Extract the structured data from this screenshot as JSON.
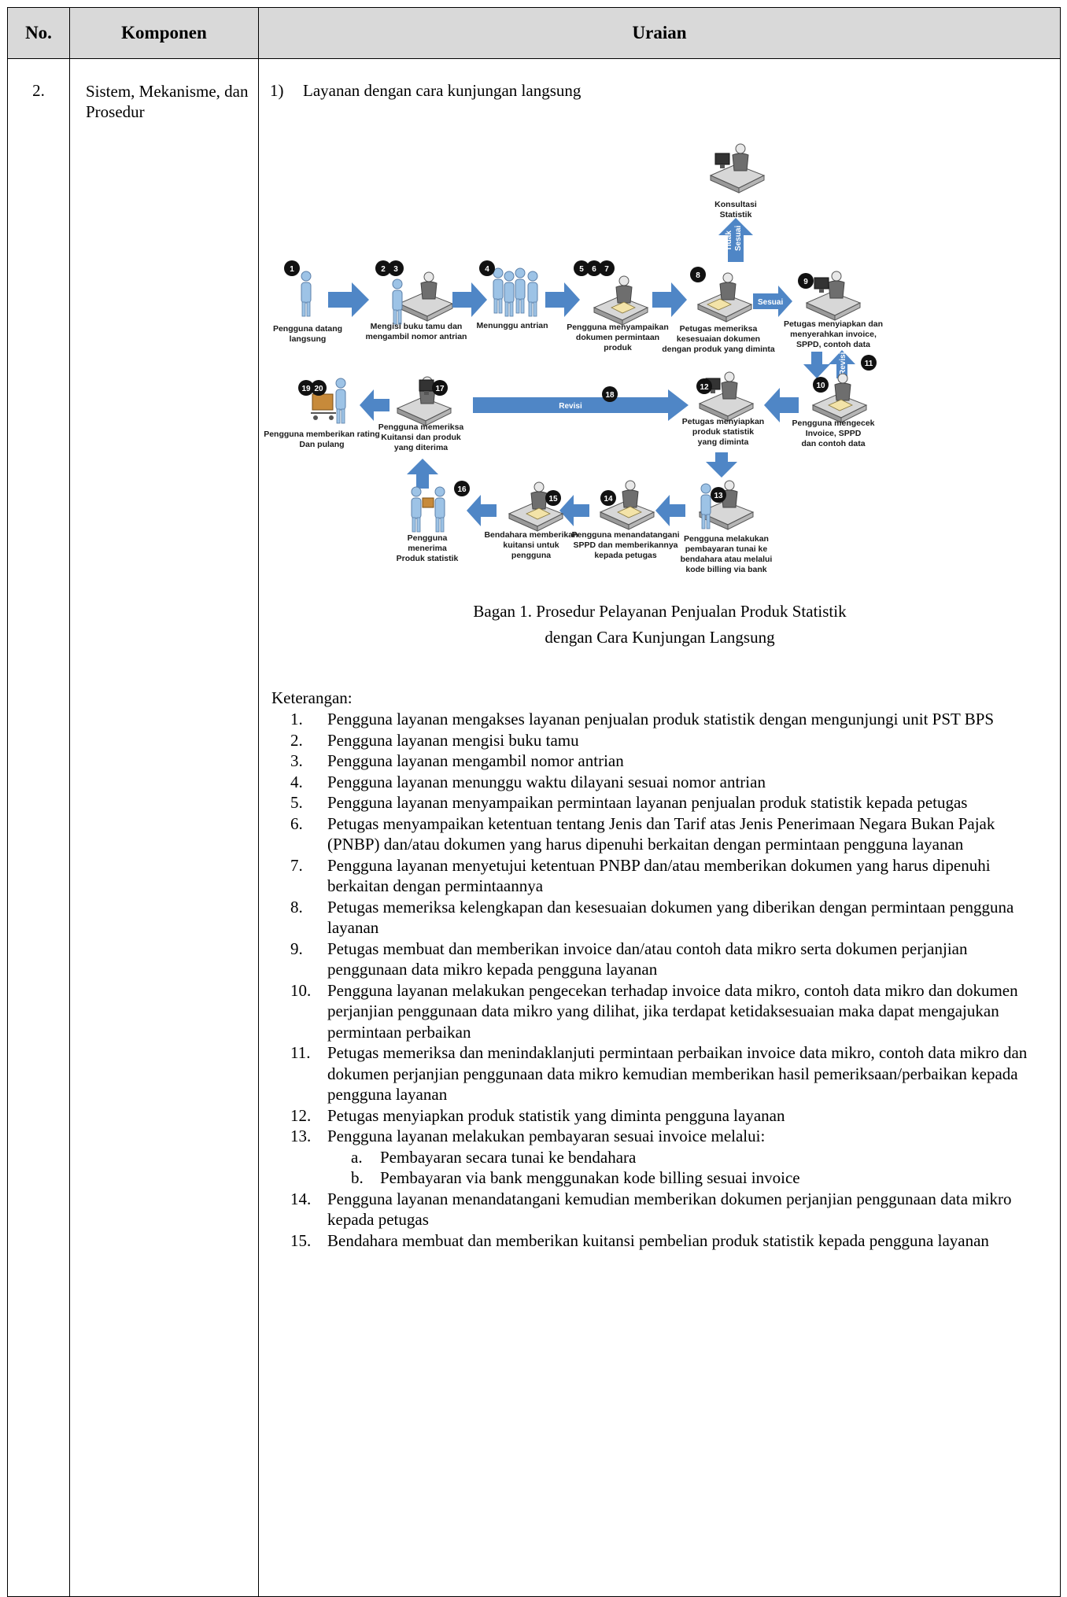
{
  "header": {
    "no": "No.",
    "komponen": "Komponen",
    "uraian": "Uraian"
  },
  "row": {
    "no": "2.",
    "komponen": "Sistem, Mekanisme, dan Prosedur",
    "section_number": "1)",
    "section_title": "Layanan dengan cara kunjungan langsung"
  },
  "diagram": {
    "steps": [
      {
        "badges": [
          "1"
        ],
        "label_lines": [
          "Pengguna datang",
          "langsung"
        ],
        "icon": "standing-person-icon"
      },
      {
        "badges": [
          "2",
          "3"
        ],
        "label_lines": [
          "Mengisi buku tamu dan",
          "mengambil nomor antrian"
        ],
        "icon": "desk-counter-icon"
      },
      {
        "badges": [
          "4"
        ],
        "label_lines": [
          "Menunggu antrian"
        ],
        "icon": "queue-people-icon"
      },
      {
        "badges": [
          "5",
          "6",
          "7"
        ],
        "label_lines": [
          "Pengguna menyampaikan",
          "dokumen permintaan",
          "produk"
        ],
        "icon": "desk-meeting-icon"
      },
      {
        "badges": [
          "8"
        ],
        "label_lines": [
          "Petugas memeriksa",
          "kesesuaian dokumen",
          "dengan produk yang diminta"
        ],
        "icon": "officer-desk-icon"
      },
      {
        "badges": [
          "9"
        ],
        "label_lines": [
          "Petugas menyiapkan dan",
          "menyerahkan invoice,",
          "SPPD, contoh data"
        ],
        "icon": "computer-desk-icon"
      },
      {
        "badges": [],
        "label_lines": [
          "Konsultasi",
          "Statistik"
        ],
        "icon": "consultation-icon"
      },
      {
        "badges": [
          "10"
        ],
        "label_lines": [
          "Pengguna mengecek",
          "Invoice, SPPD",
          "dan contoh data"
        ],
        "icon": "desk-person-icon"
      },
      {
        "badges": [
          "12"
        ],
        "label_lines": [
          "Petugas menyiapkan",
          "produk statistik",
          "yang diminta"
        ],
        "icon": "computer-desk-icon"
      },
      {
        "badges": [
          "17"
        ],
        "label_lines": [
          "Pengguna memeriksa",
          "Kuitansi dan produk",
          "yang diterima"
        ],
        "icon": "computer-user-icon"
      },
      {
        "badges": [
          "19",
          "20"
        ],
        "label_lines": [
          "Pengguna memberikan rating",
          "Dan pulang"
        ],
        "icon": "cart-person-icon"
      },
      {
        "badges": [
          "13"
        ],
        "label_lines": [
          "Pengguna melakukan",
          "pembayaran tunai ke",
          "bendahara atau melalui",
          "kode billing via bank"
        ],
        "icon": "payment-desk-icon"
      },
      {
        "badges": [
          "14"
        ],
        "label_lines": [
          "Pengguna menandatangani",
          "SPPD dan memberikannya",
          "kepada petugas"
        ],
        "icon": "signing-desk-icon"
      },
      {
        "badges": [
          "15"
        ],
        "label_lines": [
          "Bendahara memberikan",
          "kuitansi untuk",
          "pengguna"
        ],
        "icon": "treasurer-desk-icon"
      },
      {
        "badges": [
          "16"
        ],
        "label_lines": [
          "Pengguna",
          "menerima",
          "Produk statistik"
        ],
        "icon": "handover-icon"
      }
    ],
    "arrow_labels": {
      "sesuai": "Sesuai",
      "tidak_sesuai": [
        "Tidak",
        "Sesuai"
      ],
      "revisi_side": "Revisi",
      "revisi_long": "Revisi",
      "revisi_badge_11": "11",
      "revisi_badge_18": "18"
    },
    "colors": {
      "arrow": "#4f86c6",
      "badge": "#111111",
      "person": "#9dc3e6",
      "desk": "#c9c9c9"
    }
  },
  "caption": {
    "line1": "Bagan 1. Prosedur Pelayanan Penjualan Produk Statistik",
    "line2": "dengan Cara Kunjungan Langsung"
  },
  "keterangan": {
    "title": "Keterangan:",
    "items": [
      {
        "n": "1.",
        "text": "Pengguna layanan mengakses layanan penjualan produk statistik dengan mengunjungi unit PST BPS"
      },
      {
        "n": "2.",
        "text": "Pengguna layanan mengisi buku tamu"
      },
      {
        "n": "3.",
        "text": "Pengguna layanan mengambil nomor antrian"
      },
      {
        "n": "4.",
        "text": "Pengguna layanan menunggu waktu dilayani sesuai nomor antrian"
      },
      {
        "n": "5.",
        "text": "Pengguna layanan menyampaikan permintaan layanan penjualan produk statistik kepada petugas"
      },
      {
        "n": "6.",
        "text": "Petugas menyampaikan ketentuan tentang Jenis dan Tarif atas Jenis Penerimaan Negara Bukan Pajak (PNBP) dan/atau dokumen yang harus dipenuhi berkaitan dengan permintaan pengguna layanan"
      },
      {
        "n": "7.",
        "text": "Pengguna layanan menyetujui ketentuan PNBP dan/atau memberikan dokumen yang harus dipenuhi berkaitan dengan permintaannya"
      },
      {
        "n": "8.",
        "text": "Petugas memeriksa kelengkapan dan kesesuaian dokumen yang diberikan dengan permintaan pengguna layanan"
      },
      {
        "n": "9.",
        "text": "Petugas membuat dan memberikan invoice dan/atau contoh data mikro serta dokumen perjanjian penggunaan data mikro kepada pengguna layanan"
      },
      {
        "n": "10.",
        "text": "Pengguna layanan melakukan pengecekan terhadap invoice data mikro, contoh data mikro dan dokumen perjanjian penggunaan data mikro yang dilihat, jika terdapat ketidaksesuaian maka dapat mengajukan permintaan perbaikan"
      },
      {
        "n": "11.",
        "text": "Petugas memeriksa dan menindaklanjuti permintaan perbaikan invoice data mikro, contoh data mikro dan dokumen perjanjian penggunaan data mikro kemudian memberikan hasil pemeriksaan/perbaikan kepada pengguna layanan"
      },
      {
        "n": "12.",
        "text": "Petugas menyiapkan produk statistik yang diminta pengguna layanan"
      },
      {
        "n": "13.",
        "text": "Pengguna layanan melakukan pembayaran sesuai invoice melalui:"
      },
      {
        "n": "14.",
        "text": "Pengguna layanan menandatangani kemudian memberikan dokumen perjanjian penggunaan data mikro kepada petugas"
      },
      {
        "n": "15.",
        "text": "Bendahara membuat dan memberikan kuitansi pembelian produk statistik kepada pengguna layanan"
      }
    ],
    "sub13": [
      {
        "n": "a.",
        "text": "Pembayaran secara tunai ke bendahara"
      },
      {
        "n": "b.",
        "text": "Pembayaran via bank menggunakan kode billing sesuai invoice"
      }
    ]
  }
}
